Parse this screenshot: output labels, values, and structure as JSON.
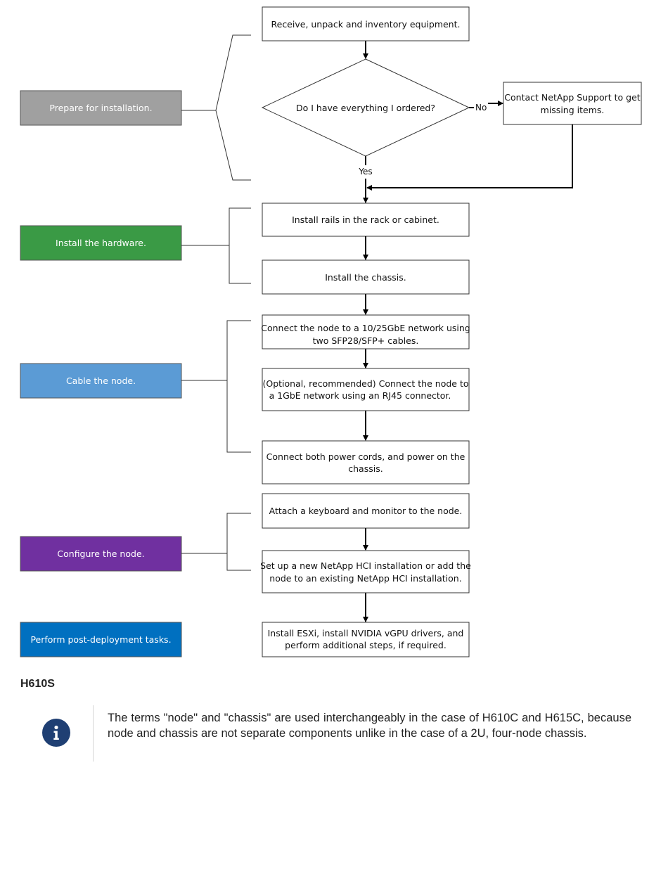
{
  "phases": [
    {
      "label": "Prepare for installation.",
      "color": "#a0a0a0"
    },
    {
      "label": "Install the hardware.",
      "color": "#3a9a45"
    },
    {
      "label": "Cable the node.",
      "color": "#5b9bd5"
    },
    {
      "label": "Configure the node.",
      "color": "#7030a0"
    },
    {
      "label": "Perform post-deployment tasks.",
      "color": "#0070c0"
    }
  ],
  "steps": {
    "receive": "Receive, unpack and inventory equipment.",
    "decision": "Do I have everything I ordered?",
    "no_label": "No",
    "yes_label": "Yes",
    "contact": [
      "Contact NetApp Support to get",
      "missing items."
    ],
    "rails": "Install rails in the rack or cabinet.",
    "chassis": "Install the chassis.",
    "connect_network": [
      "Connect the node to a 10/25GbE network using",
      "two SFP28/SFP+ cables."
    ],
    "optional_network": [
      "(Optional, recommended)  Connect the node to",
      "a 1GbE network using an RJ45 connector."
    ],
    "power": [
      "Connect both power cords, and power on the",
      "chassis."
    ],
    "keyboard": "Attach a keyboard and monitor to the node.",
    "setup": [
      "Set up a new NetApp HCI installation or add the",
      "node to an existing NetApp HCI installation."
    ],
    "esxi": [
      "Install ESXi, install NVIDIA vGPU drivers, and",
      "perform additional steps, if required."
    ]
  },
  "section_heading": "H610S",
  "note": {
    "icon": "info-icon",
    "text": "The terms \"node\" and \"chassis\" are used interchangeably in the case of H610C and H615C, because node and chassis are not separate components unlike in the case of a 2U, four-node chassis."
  }
}
